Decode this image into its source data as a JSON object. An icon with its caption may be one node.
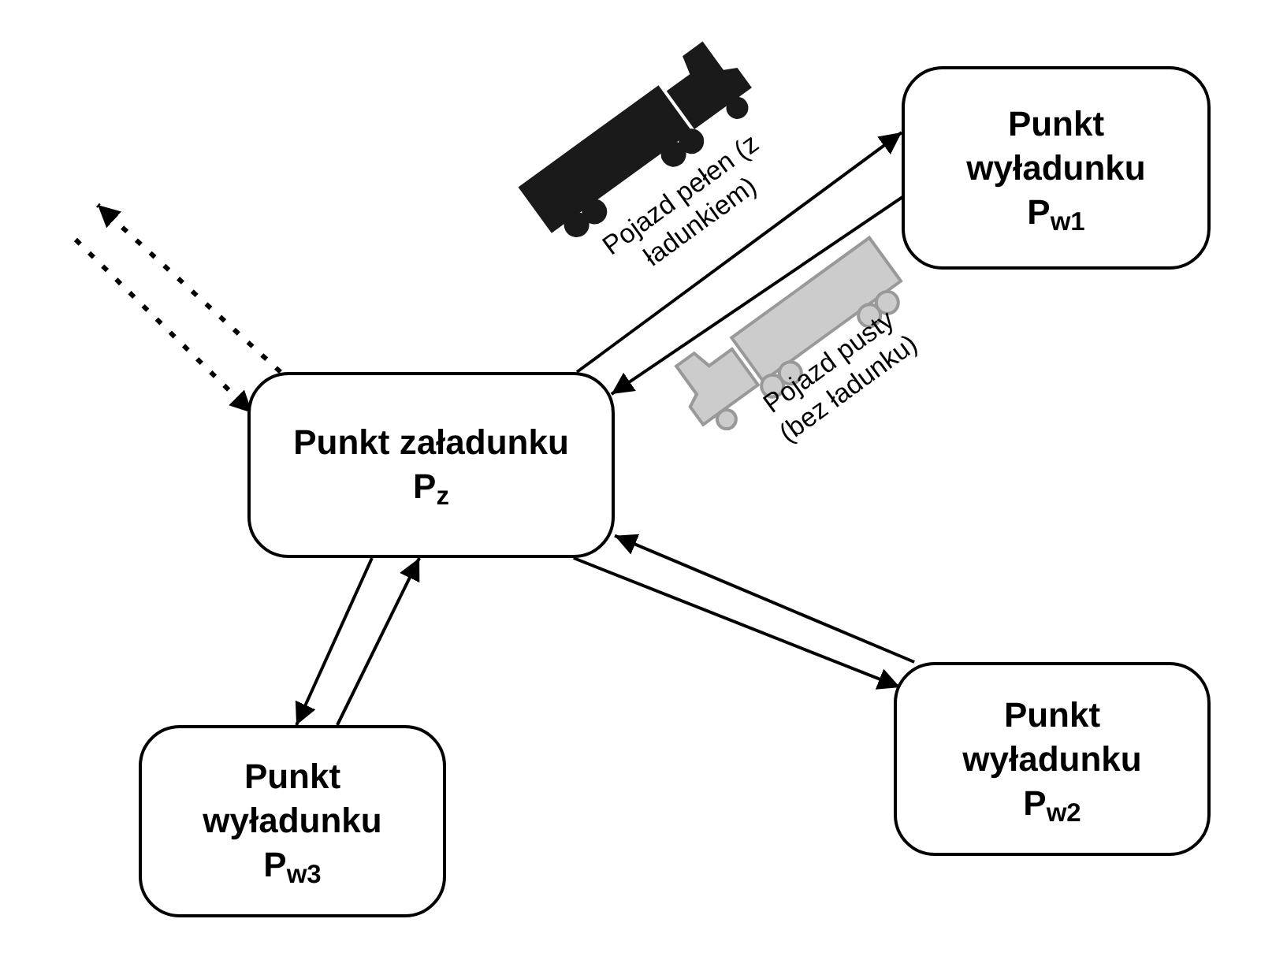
{
  "diagram": {
    "nodes": [
      {
        "text": [
          "Punkt załadunku P$_{z}$"
        ]
      },
      {
        "text": [
          "Punkt wyładunku P$_{w1}$"
        ]
      },
      {
        "text": [
          "Punkt wyładunku P$_{w2}$"
        ]
      },
      {
        "text": [
          "Punkt wyładunku P$_{w3}$"
        ]
      }
    ],
    "edges": [
      {
        "from": 0,
        "to": 1,
        "arrow": "to",
        "label": "Pojazd pełen (z ładunkiem)"
      },
      {
        "from": 1,
        "to": 0,
        "arrow": "to",
        "label": "Pojazd pusty (bez ładunku)"
      },
      {
        "from": 0,
        "to": 2,
        "arrow": "to"
      },
      {
        "from": 2,
        "to": 0,
        "arrow": "to"
      },
      {
        "from": 0,
        "to": 3,
        "arrow": "to"
      },
      {
        "from": 3,
        "to": 0,
        "arrow": "to"
      },
      {
        "from": null,
        "to": 0,
        "arrow": "to",
        "style": "dashed"
      },
      {
        "from": 0,
        "to": null,
        "arrow": "to",
        "style": "dashed"
      }
    ]
  }
}
